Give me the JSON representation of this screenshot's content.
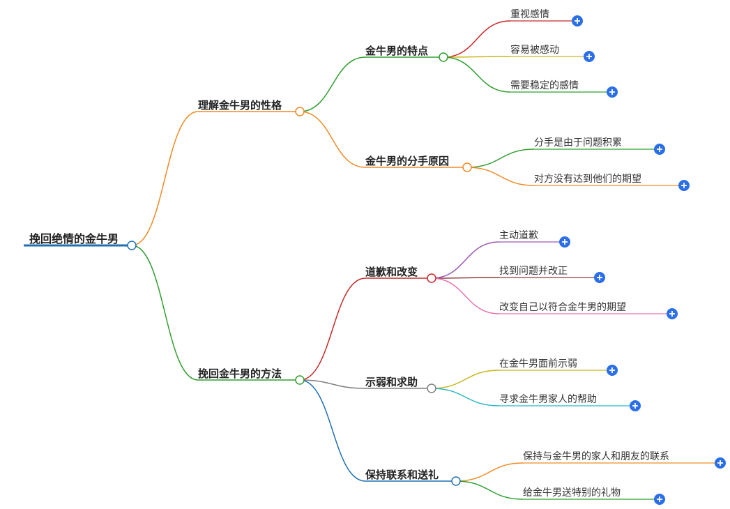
{
  "root": {
    "label": "挽回绝情的金牛男",
    "color": "#1f6fb2"
  },
  "branches": [
    {
      "label": "理解金牛男的性格",
      "color": "#f08a24",
      "children": [
        {
          "label": "金牛男的特点",
          "color": "#2f9e2f",
          "children": [
            {
              "label": "重视感情",
              "color": "#c62828"
            },
            {
              "label": "容易被感动",
              "color": "#c9b61a"
            },
            {
              "label": "需要稳定的感情",
              "color": "#2f9e2f"
            }
          ]
        },
        {
          "label": "金牛男的分手原因",
          "color": "#f08a24",
          "children": [
            {
              "label": "分手是由于问题积累",
              "color": "#2f9e2f"
            },
            {
              "label": "对方没有达到他们的期望",
              "color": "#f08a24"
            }
          ]
        }
      ]
    },
    {
      "label": "挽回金牛男的方法",
      "color": "#2f9e2f",
      "children": [
        {
          "label": "道歉和改变",
          "color": "#c62828",
          "children": [
            {
              "label": "主动道歉",
              "color": "#9b59b6"
            },
            {
              "label": "找到问题并改正",
              "color": "#8e3b3b"
            },
            {
              "label": "改变自己以符合金牛男的期望",
              "color": "#e86fb0"
            }
          ]
        },
        {
          "label": "示弱和求助",
          "color": "#7f7f7f",
          "children": [
            {
              "label": "在金牛男面前示弱",
              "color": "#c9b61a"
            },
            {
              "label": "寻求金牛男家人的帮助",
              "color": "#26b6c9"
            }
          ]
        },
        {
          "label": "保持联系和送礼",
          "color": "#1f6fb2",
          "children": [
            {
              "label": "保持与金牛男的家人和朋友的联系",
              "color": "#f08a24"
            },
            {
              "label": "给金牛男送特别的礼物",
              "color": "#2f9e2f"
            }
          ]
        }
      ]
    }
  ],
  "expand_button_color": "#2a6ee8"
}
